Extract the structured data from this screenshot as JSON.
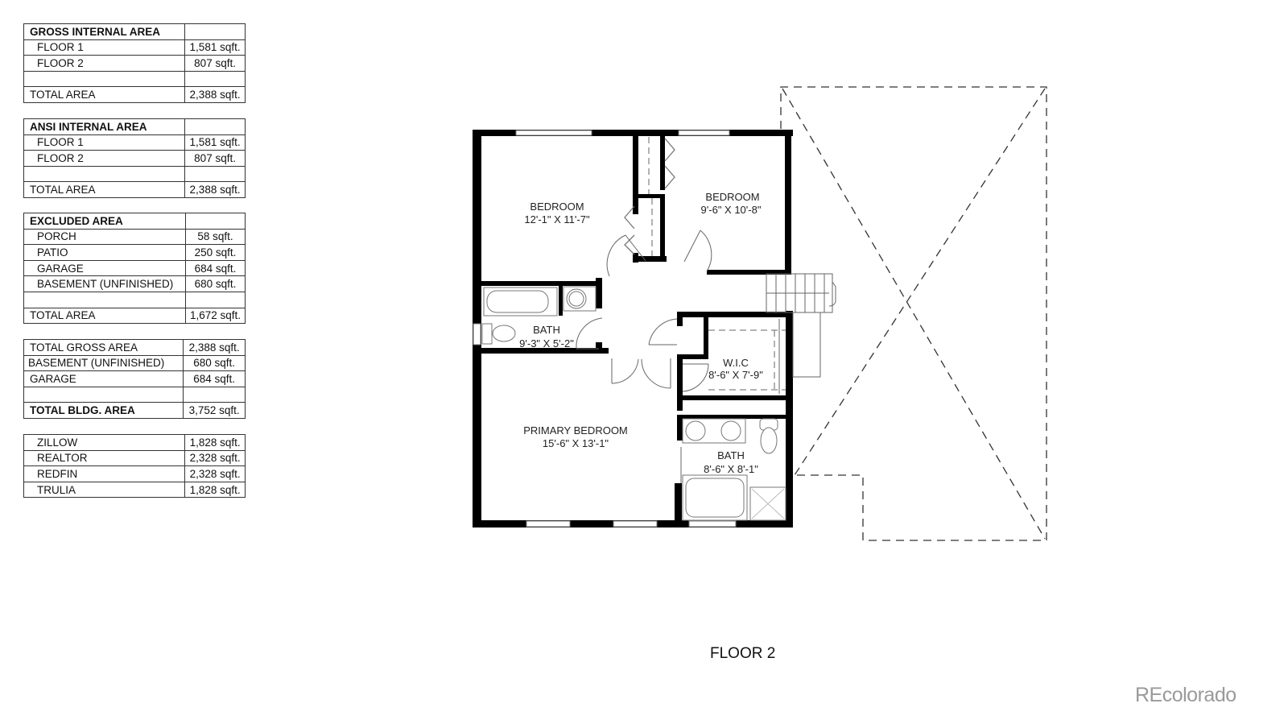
{
  "tables": {
    "gross_internal": {
      "title": "GROSS INTERNAL AREA",
      "rows": [
        {
          "label": "FLOOR 1",
          "value": "1,581 sqft."
        },
        {
          "label": "FLOOR 2",
          "value": "807 sqft."
        }
      ],
      "total_label": "TOTAL AREA",
      "total_value": "2,388 sqft."
    },
    "ansi_internal": {
      "title": "ANSI INTERNAL AREA",
      "rows": [
        {
          "label": "FLOOR 1",
          "value": "1,581 sqft."
        },
        {
          "label": "FLOOR 2",
          "value": "807 sqft."
        }
      ],
      "total_label": "TOTAL AREA",
      "total_value": "2,388 sqft."
    },
    "excluded": {
      "title": "EXCLUDED AREA",
      "rows": [
        {
          "label": "PORCH",
          "value": "58 sqft."
        },
        {
          "label": "PATIO",
          "value": "250 sqft."
        },
        {
          "label": "GARAGE",
          "value": "684 sqft."
        },
        {
          "label": "BASEMENT (UNFINISHED)",
          "value": "680 sqft."
        }
      ],
      "total_label": "TOTAL AREA",
      "total_value": "1,672 sqft."
    },
    "building": {
      "rows": [
        {
          "label": "TOTAL GROSS AREA",
          "value": "2,388 sqft."
        },
        {
          "label": "BASEMENT (UNFINISHED)",
          "value": "680 sqft."
        },
        {
          "label": "GARAGE",
          "value": "684 sqft."
        }
      ],
      "total_label": "TOTAL BLDG. AREA",
      "total_value": "3,752 sqft."
    },
    "listing_sites": {
      "rows": [
        {
          "label": "ZILLOW",
          "value": "1,828 sqft."
        },
        {
          "label": "REALTOR",
          "value": "2,328 sqft."
        },
        {
          "label": "REDFIN",
          "value": "2,328 sqft."
        },
        {
          "label": "TRULIA",
          "value": "1,828 sqft."
        }
      ]
    }
  },
  "rooms": {
    "bedroom_1": {
      "name": "BEDROOM",
      "dims": "12'-1\" X 11'-7\""
    },
    "bedroom_2": {
      "name": "BEDROOM",
      "dims": "9'-6\" X 10'-8\""
    },
    "bath_1": {
      "name": "BATH",
      "dims": "9'-3\" X 5'-2\""
    },
    "wic": {
      "name": "W.I.C",
      "dims": "8'-6\" X 7'-9\""
    },
    "primary_bedroom": {
      "name": "PRIMARY BEDROOM",
      "dims": "15'-6\" X 13'-1\""
    },
    "bath_2": {
      "name": "BATH",
      "dims": "8'-6\" X 8'-1\""
    }
  },
  "floor_title": "FLOOR 2",
  "watermark": "REcolorado"
}
